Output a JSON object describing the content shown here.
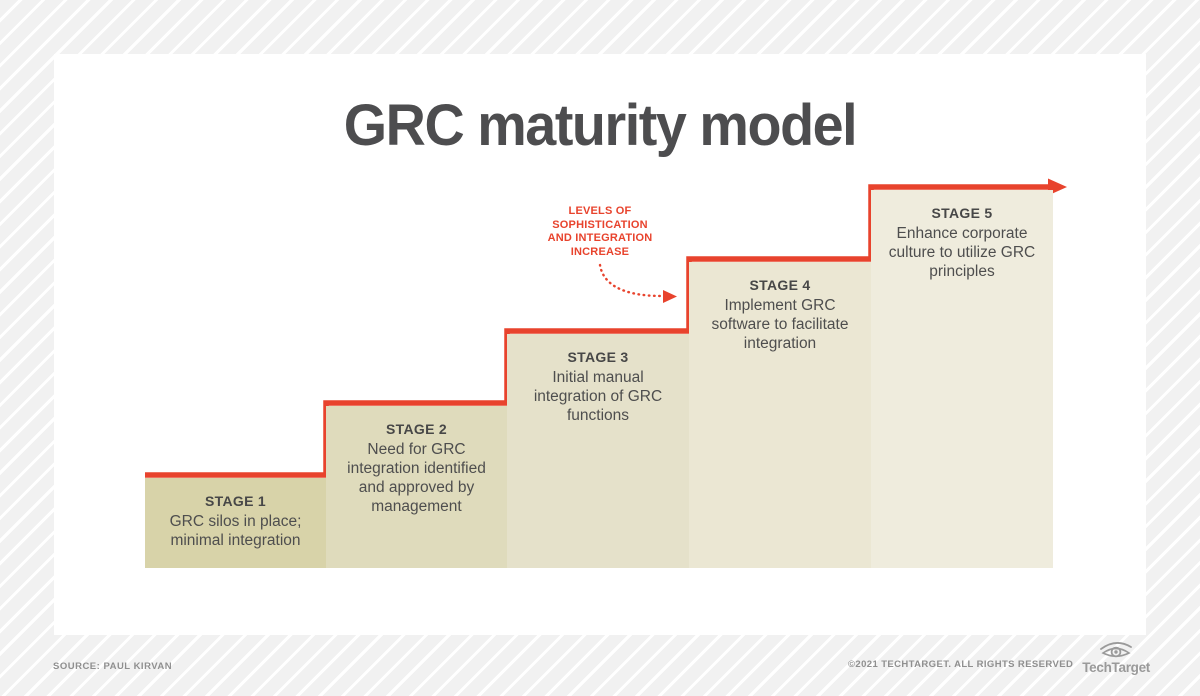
{
  "title": "GRC maturity model",
  "annotation": {
    "label": "LEVELS OF\nSOPHISTICATION\nAND INTEGRATION\nINCREASE"
  },
  "stages": [
    {
      "label": "STAGE 1",
      "description": "GRC silos in place; minimal integration",
      "color": "#d8d3a9"
    },
    {
      "label": "STAGE 2",
      "description": "Need for GRC integration identified and approved by management",
      "color": "#dfdbbc"
    },
    {
      "label": "STAGE 3",
      "description": "Initial manual integration of GRC functions",
      "color": "#e5e1ca"
    },
    {
      "label": "STAGE 4",
      "description": "Implement GRC software to facilitate integration",
      "color": "#ebe7d3"
    },
    {
      "label": "STAGE 5",
      "description": "Enhance corporate culture to utilize GRC principles",
      "color": "#efecdd"
    }
  ],
  "footer": {
    "source": "SOURCE: PAUL KIRVAN",
    "copyright": "©2021 TECHTARGET. ALL RIGHTS RESERVED",
    "brand": "TechTarget"
  },
  "colors": {
    "accent_red": "#e8432d",
    "title_gray": "#4d4d4f",
    "stripe_gray": "#f1f1f1"
  }
}
